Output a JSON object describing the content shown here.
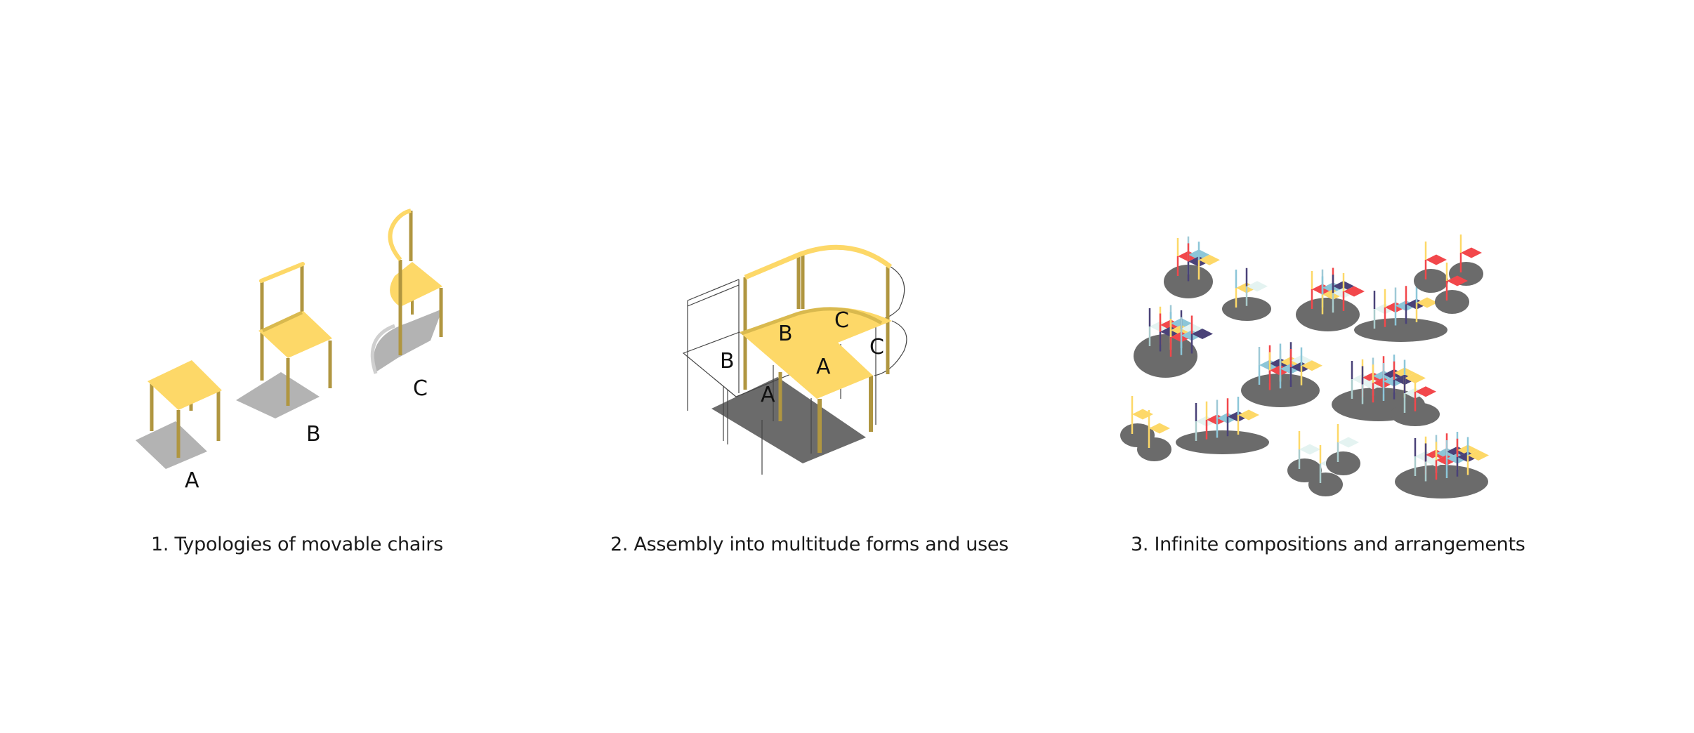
{
  "colors": {
    "seat_yellow": "#fdd868",
    "leg_gold": "#b09640",
    "shadow_light": "#b3b3b3",
    "shadow_dark": "#6b6b6b",
    "red": "#f2474b",
    "navy": "#4a4278",
    "light_blue": "#8cc6d8",
    "pale": "#e4f3f1",
    "yellow": "#fdd868"
  },
  "panel1": {
    "labels": {
      "a": "A",
      "b": "B",
      "c": "C"
    },
    "caption": "1. Typologies of movable chairs"
  },
  "panel2": {
    "labels": [
      "B",
      "C",
      "B",
      "A",
      "A",
      "C"
    ],
    "caption": "2. Assembly into multitude forms and uses"
  },
  "panel3": {
    "caption": "3. Infinite compositions and arrangements"
  }
}
